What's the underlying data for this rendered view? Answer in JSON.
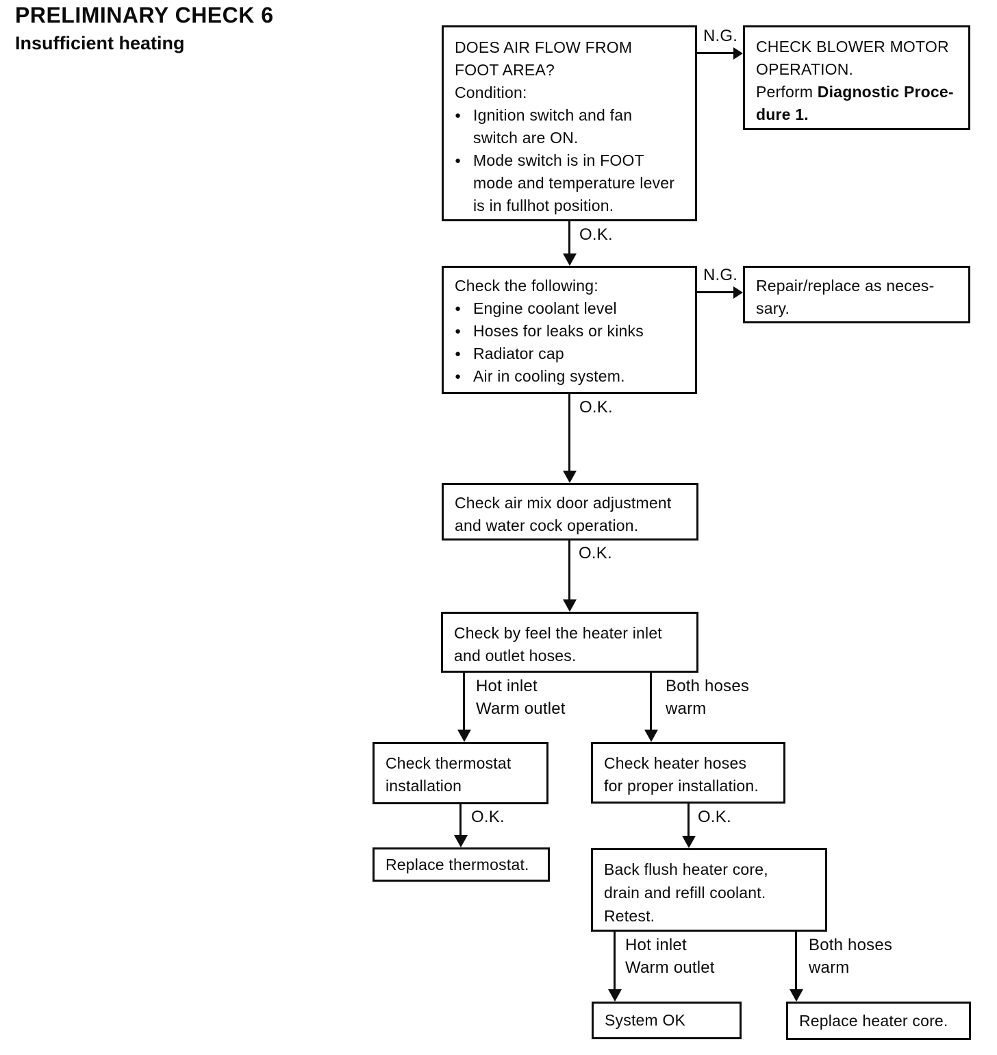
{
  "page": {
    "title": "PRELIMINARY CHECK 6",
    "subtitle": "Insufficient heating"
  },
  "icons": {
    "bullet": "●"
  },
  "labels": {
    "ok": "O.K.",
    "ng": "N.G.",
    "hot_inlet": "Hot inlet",
    "warm_outlet": "Warm outlet",
    "both_hoses": "Both hoses",
    "warm": "warm"
  },
  "nodes": {
    "airflow_question": {
      "lines": [
        "DOES AIR FLOW FROM",
        "FOOT AREA?",
        "Condition:",
        "Ignition switch and fan",
        "switch are ON.",
        "Mode switch is in FOOT",
        "mode and temperature lever",
        "is in fullhot position."
      ]
    },
    "blower_check": {
      "lines": [
        "CHECK BLOWER MOTOR",
        "OPERATION.",
        "Perform",
        "Diagnostic Proce-",
        "dure 1."
      ]
    },
    "check_following": {
      "lines": [
        "Check the following:",
        "Engine coolant level",
        "Hoses for leaks or kinks",
        "Radiator cap",
        "Air in cooling system."
      ]
    },
    "repair_replace": {
      "lines": [
        "Repair/replace as neces-",
        "sary."
      ]
    },
    "air_mix": {
      "lines": [
        "Check air mix door adjustment",
        "and water cock operation."
      ]
    },
    "feel_hoses": {
      "lines": [
        "Check by feel the heater inlet",
        "and outlet hoses."
      ]
    },
    "thermostat_install": {
      "lines": [
        "Check thermostat",
        "installation"
      ]
    },
    "heater_hoses": {
      "lines": [
        "Check heater hoses",
        "for proper installation."
      ]
    },
    "replace_thermostat": {
      "lines": [
        "Replace thermostat."
      ]
    },
    "back_flush": {
      "lines": [
        "Back flush heater core,",
        "drain and refill coolant.",
        "Retest."
      ]
    },
    "system_ok": {
      "lines": [
        "System OK"
      ]
    },
    "replace_heater_core": {
      "lines": [
        "Replace heater core."
      ]
    }
  }
}
